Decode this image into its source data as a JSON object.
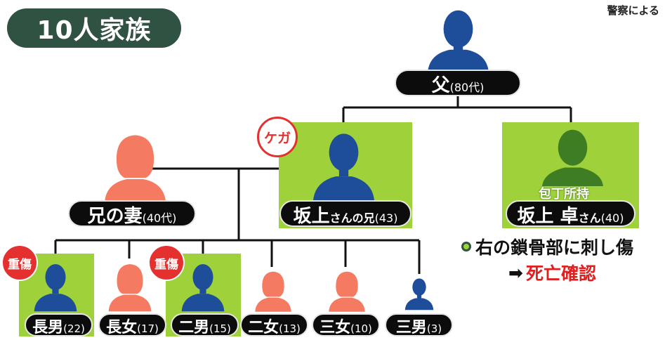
{
  "header": {
    "title": "10人家族",
    "source": "警察による"
  },
  "colors": {
    "male": "#1e4d9a",
    "female": "#f47a62",
    "suspect": "#3f7d24",
    "highlight": "#9fd13a",
    "injury": "#e53030"
  },
  "father": {
    "name": "父",
    "age": "(80代)"
  },
  "brother": {
    "name": "坂上",
    "honorific": "さんの兄",
    "age": "(43)",
    "badge": "ケガ"
  },
  "brother_wife": {
    "name": "兄の妻",
    "age": "(40代)"
  },
  "suspect": {
    "name": "坂上 卓",
    "honorific": "さん",
    "age": "(40)",
    "tag": "包丁所持"
  },
  "children": [
    {
      "name": "長男",
      "age": "(22)",
      "badge": "重傷"
    },
    {
      "name": "長女",
      "age": "(17)"
    },
    {
      "name": "二男",
      "age": "(15)",
      "badge": "重傷"
    },
    {
      "name": "二女",
      "age": "(13)"
    },
    {
      "name": "三女",
      "age": "(10)"
    },
    {
      "name": "三男",
      "age": "(3)"
    }
  ],
  "notes": {
    "injury": "右の鎖骨部に刺し傷",
    "arrow": "➡",
    "result": "死亡確認"
  }
}
